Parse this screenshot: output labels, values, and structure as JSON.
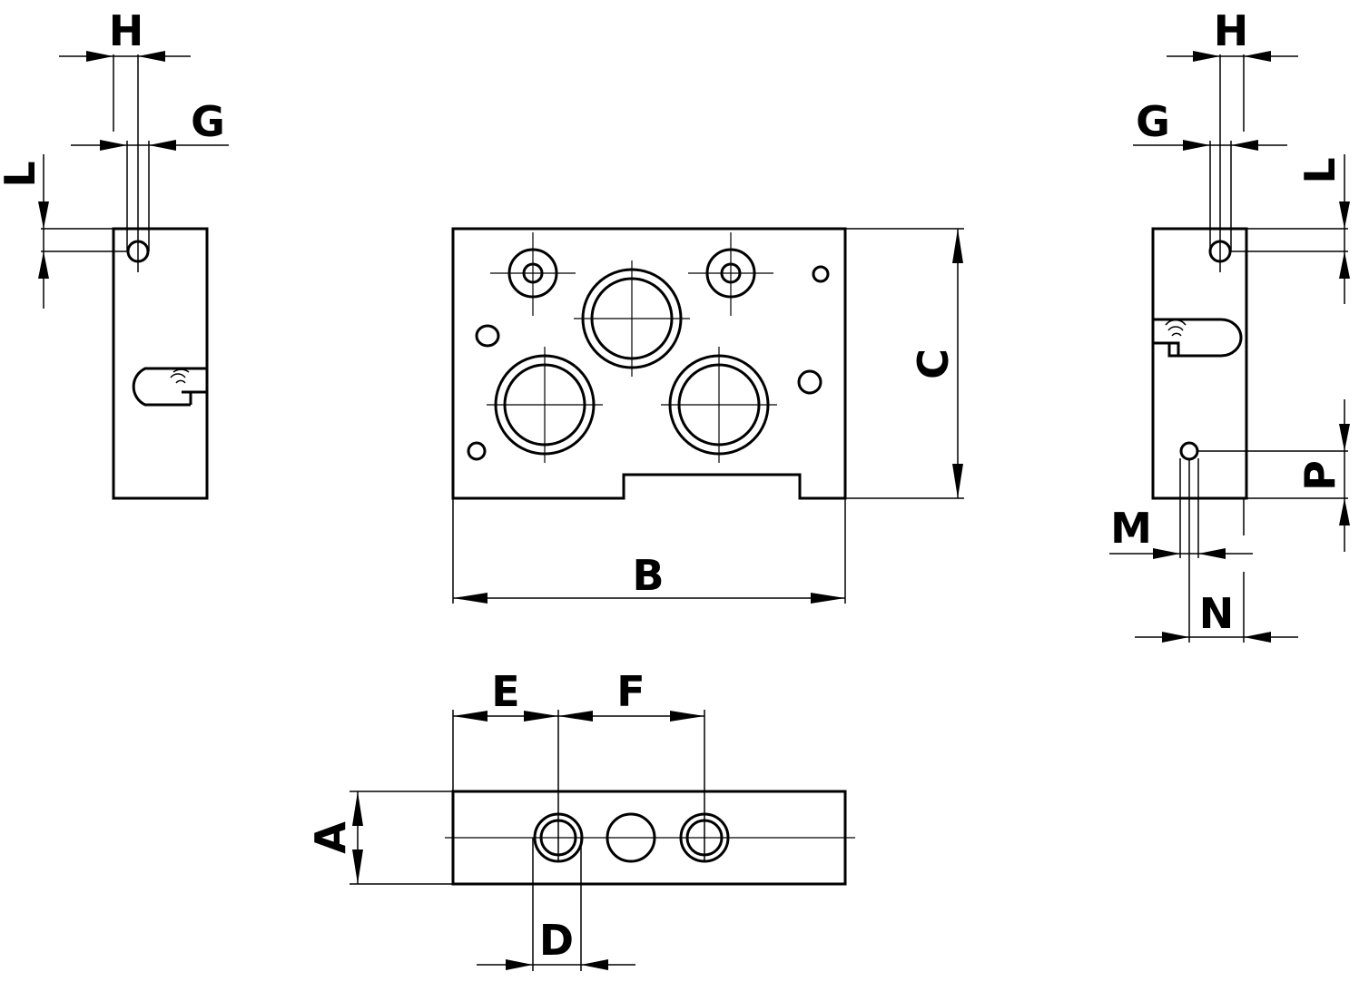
{
  "labels": {
    "left_h": "H",
    "left_g": "G",
    "left_l": "L",
    "front_b": "B",
    "front_c": "C",
    "right_h": "H",
    "right_g": "G",
    "right_l": "L",
    "right_m": "M",
    "right_n": "N",
    "right_p": "P",
    "bottom_a": "A",
    "bottom_d": "D",
    "bottom_e": "E",
    "bottom_f": "F"
  }
}
